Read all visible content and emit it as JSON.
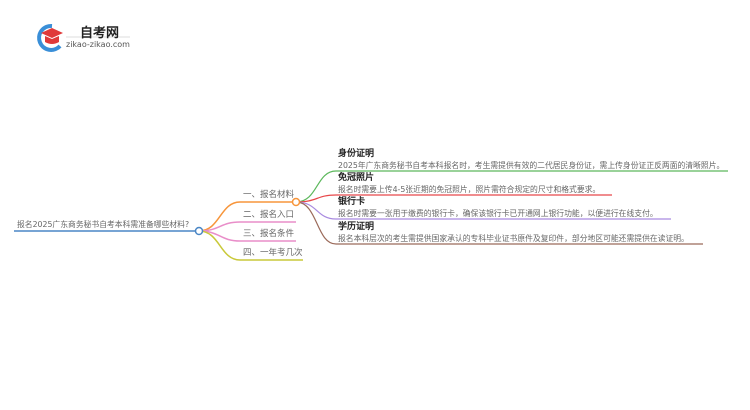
{
  "logo": {
    "title": "自考网",
    "subtitle": "zikao-zikao.com"
  },
  "root": {
    "label": "报名2025广东商务秘书自考本科需准备哪些材料?",
    "color": "#4a86c5"
  },
  "branches": [
    {
      "label": "一、报名材料",
      "color": "#f7953b"
    },
    {
      "label": "二、报名入口",
      "color": "#e98ec9"
    },
    {
      "label": "三、报名条件",
      "color": "#e98ec9"
    },
    {
      "label": "四、一年考几次",
      "color": "#c9c93a"
    }
  ],
  "leaves": [
    {
      "title": "身份证明",
      "text": "2025年广东商务秘书自考本科报名时，考生需提供有效的二代居民身份证，需上传身份证正反两面的清晰照片。",
      "color": "#5cb85c"
    },
    {
      "title": "免冠照片",
      "text": "报名时需要上传4-5张近期的免冠照片，照片需符合规定的尺寸和格式要求。",
      "color": "#e8474a"
    },
    {
      "title": "银行卡",
      "text": "报名时需要一张用于缴费的银行卡，确保该银行卡已开通网上银行功能，以便进行在线支付。",
      "color": "#a98be0"
    },
    {
      "title": "学历证明",
      "text": "报名本科层次的考生需提供国家承认的专科毕业证书原件及复印件，部分地区可能还需提供在读证明。",
      "color": "#9b6a5a"
    }
  ]
}
